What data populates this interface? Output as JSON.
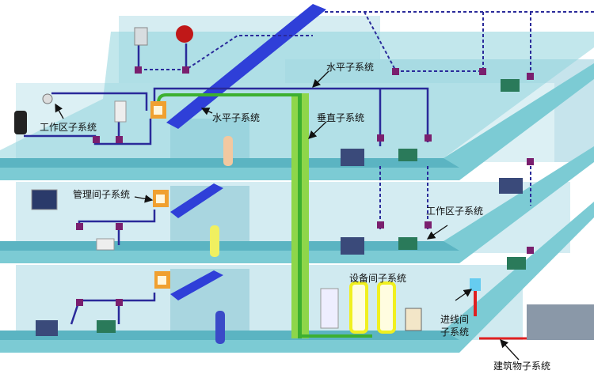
{
  "labels": {
    "horizontal_top": "水平子系统",
    "horizontal_mid": "水平子系统",
    "vertical": "垂直子系统",
    "work_area_left": "工作区子系统",
    "management": "管理间子系统",
    "work_area_right": "工作区子系统",
    "equipment_room": "设备间子系统",
    "entrance_line1": "进线间",
    "entrance_line2": "子系统",
    "building": "建筑物子系统"
  },
  "colors": {
    "slab": "#7ccbd4",
    "slab_edge": "#3a9fb0",
    "wall": "#cfe9ef",
    "horizontal_tray": "#2f3fd8",
    "vertical_riser": "#8ed64a",
    "cable": "#2a2a9a",
    "outlet": "#7a1f6e",
    "rack": "#f0a030",
    "entrance_cable": "#e02020"
  }
}
